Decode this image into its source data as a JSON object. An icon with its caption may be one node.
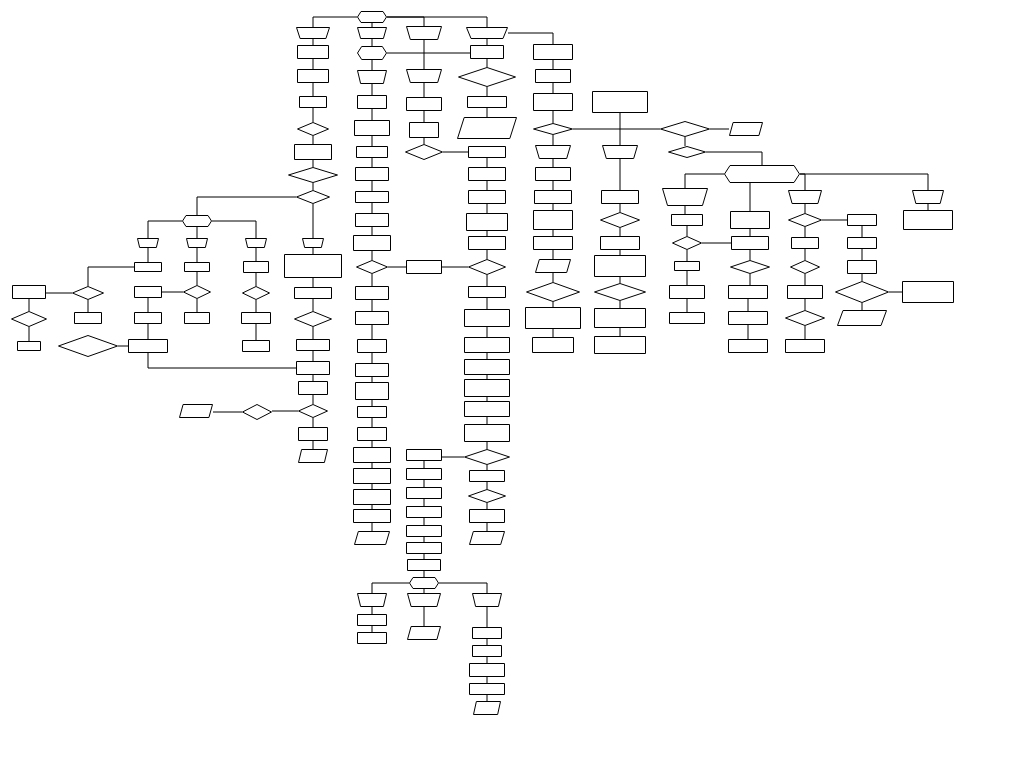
{
  "diagram": {
    "nodes": [
      {
        "text": [],
        "shape": "hexagon"
      },
      {
        "text": [],
        "shape": "trapezoid"
      },
      {
        "text": [],
        "shape": "box"
      },
      {
        "text": [],
        "shape": "box"
      },
      {
        "text": [],
        "shape": "box"
      },
      {
        "text": [],
        "shape": "diamond"
      },
      {
        "text": [],
        "shape": "box"
      },
      {
        "text": [],
        "shape": "diamond"
      },
      {
        "text": [],
        "shape": "diamond"
      },
      {
        "text": [],
        "shape": "hexagon"
      },
      {
        "text": [],
        "shape": "trapezoid"
      },
      {
        "text": [],
        "shape": "trapezoid"
      },
      {
        "text": [],
        "shape": "trapezoid"
      },
      {
        "text": [],
        "shape": "trapezoid"
      },
      {
        "text": [],
        "shape": "box"
      },
      {
        "text": [],
        "shape": "box"
      },
      {
        "text": [],
        "shape": "diamond"
      },
      {
        "text": [],
        "shape": "box"
      },
      {
        "text": [],
        "shape": "box"
      },
      {
        "text": [],
        "shape": "box"
      },
      {
        "text": [],
        "shape": "diamond"
      },
      {
        "text": [],
        "shape": "box"
      },
      {
        "text": [],
        "shape": "parallelogram"
      },
      {
        "text": [],
        "shape": "diamond"
      },
      {
        "text": [],
        "shape": "parallelogram"
      },
      {
        "text": [],
        "shape": "box"
      },
      {
        "text": [],
        "shape": "box"
      },
      {
        "text": [],
        "shape": "box"
      },
      {
        "text": [],
        "shape": "box"
      },
      {
        "text": [],
        "shape": "box"
      },
      {
        "text": [],
        "shape": "diamond"
      },
      {
        "text": [],
        "shape": "box"
      },
      {
        "text": [],
        "shape": "box"
      },
      {
        "text": [],
        "shape": "diamond"
      },
      {
        "text": [],
        "shape": "box"
      },
      {
        "text": [],
        "shape": "box"
      },
      {
        "text": [],
        "shape": "box"
      },
      {
        "text": [],
        "shape": "diamond"
      },
      {
        "text": [],
        "shape": "diamond"
      },
      {
        "text": [],
        "shape": "box"
      },
      {
        "text": [],
        "shape": "box"
      },
      {
        "text": [],
        "shape": "diamond"
      },
      {
        "text": [],
        "shape": "trapezoid"
      },
      {
        "text": [],
        "shape": "hexagon"
      },
      {
        "text": [],
        "shape": "trapezoid"
      },
      {
        "text": [],
        "shape": "box"
      },
      {
        "text": [],
        "shape": "box"
      },
      {
        "text": [],
        "shape": "box"
      },
      {
        "text": [],
        "shape": "box"
      },
      {
        "text": [],
        "shape": "box"
      },
      {
        "text": [],
        "shape": "box"
      },
      {
        "text": [],
        "shape": "box"
      },
      {
        "text": [],
        "shape": "diamond"
      },
      {
        "text": [],
        "shape": "box"
      },
      {
        "text": [],
        "shape": "box"
      },
      {
        "text": [],
        "shape": "box"
      },
      {
        "text": [],
        "shape": "box"
      },
      {
        "text": [],
        "shape": "box"
      },
      {
        "text": [],
        "shape": "box"
      },
      {
        "text": [],
        "shape": "box"
      },
      {
        "text": [],
        "shape": "box"
      },
      {
        "text": [],
        "shape": "box"
      },
      {
        "text": [],
        "shape": "box"
      },
      {
        "text": [],
        "shape": "box"
      },
      {
        "text": [],
        "shape": "parallelogram"
      },
      {
        "text": [],
        "shape": "trapezoid"
      },
      {
        "text": [],
        "shape": "trapezoid"
      },
      {
        "text": [],
        "shape": "box"
      },
      {
        "text": [],
        "shape": "box"
      },
      {
        "text": [],
        "shape": "diamond"
      },
      {
        "text": [],
        "shape": "box"
      },
      {
        "text": [],
        "shape": "trapezoid"
      },
      {
        "text": [],
        "shape": "box"
      },
      {
        "text": [],
        "shape": "diamond"
      },
      {
        "text": [],
        "shape": "box"
      },
      {
        "text": [],
        "shape": "parallelogram"
      },
      {
        "text": [],
        "shape": "box"
      },
      {
        "text": [],
        "shape": "box"
      },
      {
        "text": [],
        "shape": "box"
      },
      {
        "text": [],
        "shape": "box"
      },
      {
        "text": [],
        "shape": "box"
      },
      {
        "text": [],
        "shape": "diamond"
      },
      {
        "text": [],
        "shape": "box"
      },
      {
        "text": [],
        "shape": "box"
      },
      {
        "text": [],
        "shape": "box"
      },
      {
        "text": [],
        "shape": "box"
      },
      {
        "text": [],
        "shape": "box"
      },
      {
        "text": [],
        "shape": "box"
      },
      {
        "text": [],
        "shape": "box"
      },
      {
        "text": [],
        "shape": "diamond"
      },
      {
        "text": [],
        "shape": "box"
      },
      {
        "text": [],
        "shape": "diamond"
      },
      {
        "text": [],
        "shape": "box"
      },
      {
        "text": [],
        "shape": "parallelogram"
      },
      {
        "text": [],
        "shape": "box"
      },
      {
        "text": [],
        "shape": "box"
      },
      {
        "text": [],
        "shape": "box"
      },
      {
        "text": [],
        "shape": "box"
      },
      {
        "text": [],
        "shape": "box"
      },
      {
        "text": [],
        "shape": "box"
      },
      {
        "text": [],
        "shape": "box"
      },
      {
        "text": [],
        "shape": "hexagon"
      },
      {
        "text": [],
        "shape": "trapezoid"
      },
      {
        "text": [],
        "shape": "trapezoid"
      },
      {
        "text": [],
        "shape": "trapezoid"
      },
      {
        "text": [],
        "shape": "box"
      },
      {
        "text": [],
        "shape": "box"
      },
      {
        "text": [],
        "shape": "parallelogram"
      },
      {
        "text": [],
        "shape": "box"
      },
      {
        "text": [],
        "shape": "box"
      },
      {
        "text": [],
        "shape": "box"
      },
      {
        "text": [],
        "shape": "box"
      },
      {
        "text": [],
        "shape": "parallelogram"
      },
      {
        "text": [],
        "shape": "box"
      },
      {
        "text": [],
        "shape": "box"
      },
      {
        "text": [],
        "shape": "box"
      },
      {
        "text": [],
        "shape": "diamond"
      },
      {
        "text": [],
        "shape": "trapezoid"
      },
      {
        "text": [],
        "shape": "box"
      },
      {
        "text": [],
        "shape": "box"
      },
      {
        "text": [],
        "shape": "box"
      },
      {
        "text": [],
        "shape": "box"
      },
      {
        "text": [],
        "shape": "parallelogram"
      },
      {
        "text": [],
        "shape": "diamond"
      },
      {
        "text": [],
        "shape": "box"
      },
      {
        "text": [],
        "shape": "box"
      },
      {
        "text": [],
        "shape": "box"
      },
      {
        "text": [],
        "shape": "trapezoid"
      },
      {
        "text": [],
        "shape": "box"
      },
      {
        "text": [],
        "shape": "diamond"
      },
      {
        "text": [],
        "shape": "box"
      },
      {
        "text": [],
        "shape": "box"
      },
      {
        "text": [],
        "shape": "diamond"
      },
      {
        "text": [],
        "shape": "box"
      },
      {
        "text": [],
        "shape": "box"
      },
      {
        "text": [],
        "shape": "diamond"
      },
      {
        "text": [],
        "shape": "parallelogram"
      },
      {
        "text": [],
        "shape": "diamond"
      },
      {
        "text": [],
        "shape": "hexagon"
      },
      {
        "text": [],
        "shape": "trapezoid"
      },
      {
        "text": [],
        "shape": "box"
      },
      {
        "text": [],
        "shape": "diamond"
      },
      {
        "text": [],
        "shape": "box"
      },
      {
        "text": [],
        "shape": "box"
      },
      {
        "text": [],
        "shape": "box"
      },
      {
        "text": [],
        "shape": "box"
      },
      {
        "text": [],
        "shape": "box"
      },
      {
        "text": [],
        "shape": "diamond"
      },
      {
        "text": [],
        "shape": "box"
      },
      {
        "text": [],
        "shape": "box"
      },
      {
        "text": [],
        "shape": "box"
      },
      {
        "text": [],
        "shape": "trapezoid"
      },
      {
        "text": [],
        "shape": "diamond"
      },
      {
        "text": [],
        "shape": "box"
      },
      {
        "text": [],
        "shape": "diamond"
      },
      {
        "text": [],
        "shape": "box"
      },
      {
        "text": [],
        "shape": "diamond"
      },
      {
        "text": [],
        "shape": "box"
      },
      {
        "text": [],
        "shape": "box"
      },
      {
        "text": [],
        "shape": "box"
      },
      {
        "text": [],
        "shape": "box"
      },
      {
        "text": [],
        "shape": "diamond"
      },
      {
        "text": [],
        "shape": "parallelogram"
      },
      {
        "text": [],
        "shape": "trapezoid"
      },
      {
        "text": [],
        "shape": "box"
      },
      {
        "text": [],
        "shape": "box"
      }
    ],
    "edges": [
      {
        "from": 0,
        "to": 1,
        "arrow": "none"
      },
      {
        "from": 0,
        "to": 42,
        "arrow": "none"
      },
      {
        "from": 0,
        "to": 65,
        "arrow": "none"
      },
      {
        "from": 0,
        "to": 71,
        "arrow": "none"
      },
      {
        "from": 1,
        "to": 2,
        "arrow": "none"
      },
      {
        "from": 2,
        "to": 3,
        "arrow": "none"
      },
      {
        "from": 3,
        "to": 4,
        "arrow": "none"
      },
      {
        "from": 4,
        "to": 5,
        "arrow": "none"
      },
      {
        "from": 5,
        "to": 6,
        "arrow": "none"
      },
      {
        "from": 6,
        "to": 7,
        "arrow": "none"
      },
      {
        "from": 7,
        "to": 8,
        "arrow": "none"
      },
      {
        "from": 8,
        "to": 9,
        "arrow": "none"
      },
      {
        "from": 9,
        "to": 10,
        "arrow": "none"
      },
      {
        "from": 9,
        "to": 11,
        "arrow": "none"
      },
      {
        "from": 9,
        "to": 12,
        "arrow": "none"
      },
      {
        "from": 8,
        "to": 13,
        "arrow": "none"
      },
      {
        "from": 13,
        "to": 14,
        "arrow": "none"
      },
      {
        "from": 14,
        "to": 15,
        "arrow": "none"
      },
      {
        "from": 15,
        "to": 16,
        "arrow": "none"
      },
      {
        "from": 16,
        "to": 17,
        "arrow": "none"
      },
      {
        "from": 17,
        "to": 18,
        "arrow": "none"
      },
      {
        "from": 18,
        "to": 19,
        "arrow": "none"
      },
      {
        "from": 19,
        "to": 20,
        "arrow": "none"
      },
      {
        "from": 20,
        "to": 21,
        "arrow": "none"
      },
      {
        "from": 21,
        "to": 22,
        "arrow": "none"
      },
      {
        "from": 20,
        "to": 23,
        "arrow": "none"
      },
      {
        "from": 23,
        "to": 24,
        "arrow": "none"
      },
      {
        "from": 10,
        "to": 25,
        "arrow": "none"
      },
      {
        "from": 25,
        "to": 37,
        "arrow": "none"
      },
      {
        "from": 26,
        "to": 27,
        "arrow": "none"
      },
      {
        "from": 27,
        "to": 28,
        "arrow": "none"
      },
      {
        "from": 11,
        "to": 29,
        "arrow": "none"
      },
      {
        "from": 29,
        "to": 30,
        "arrow": "none"
      },
      {
        "from": 30,
        "to": 26,
        "arrow": "none"
      },
      {
        "from": 30,
        "to": 31,
        "arrow": "none"
      },
      {
        "from": 12,
        "to": 32,
        "arrow": "none"
      },
      {
        "from": 32,
        "to": 33,
        "arrow": "none"
      },
      {
        "from": 33,
        "to": 34,
        "arrow": "none"
      },
      {
        "from": 34,
        "to": 35,
        "arrow": "none"
      },
      {
        "from": 37,
        "to": 36,
        "arrow": "none"
      },
      {
        "from": 36,
        "to": 38,
        "arrow": "none"
      },
      {
        "from": 38,
        "to": 40,
        "arrow": "none"
      },
      {
        "from": 37,
        "to": 39,
        "arrow": "none"
      },
      {
        "from": 41,
        "to": 28,
        "arrow": "none"
      },
      {
        "from": 28,
        "to": 18,
        "arrow": "none"
      },
      {
        "from": 42,
        "to": 43,
        "arrow": "none"
      },
      {
        "from": 43,
        "to": 44,
        "arrow": "none"
      },
      {
        "from": 44,
        "to": 45,
        "arrow": "none"
      },
      {
        "from": 45,
        "to": 46,
        "arrow": "none"
      },
      {
        "from": 46,
        "to": 47,
        "arrow": "none"
      },
      {
        "from": 47,
        "to": 48,
        "arrow": "none"
      },
      {
        "from": 48,
        "to": 49,
        "arrow": "none"
      },
      {
        "from": 49,
        "to": 50,
        "arrow": "none"
      },
      {
        "from": 50,
        "to": 51,
        "arrow": "none"
      },
      {
        "from": 51,
        "to": 52,
        "arrow": "none"
      },
      {
        "from": 52,
        "to": 53,
        "arrow": "none"
      },
      {
        "from": 53,
        "to": 54,
        "arrow": "none"
      },
      {
        "from": 54,
        "to": 55,
        "arrow": "none"
      },
      {
        "from": 55,
        "to": 56,
        "arrow": "none"
      },
      {
        "from": 56,
        "to": 57,
        "arrow": "none"
      },
      {
        "from": 57,
        "to": 58,
        "arrow": "none"
      },
      {
        "from": 58,
        "to": 59,
        "arrow": "none"
      },
      {
        "from": 59,
        "to": 60,
        "arrow": "none"
      },
      {
        "from": 60,
        "to": 61,
        "arrow": "none"
      },
      {
        "from": 61,
        "to": 62,
        "arrow": "none"
      },
      {
        "from": 62,
        "to": 63,
        "arrow": "none"
      },
      {
        "from": 63,
        "to": 64,
        "arrow": "none"
      },
      {
        "from": 43,
        "to": 72,
        "arrow": "none"
      },
      {
        "from": 52,
        "to": 70,
        "arrow": "none"
      },
      {
        "from": 65,
        "to": 66,
        "arrow": "none"
      },
      {
        "from": 66,
        "to": 67,
        "arrow": "none"
      },
      {
        "from": 67,
        "to": 68,
        "arrow": "none"
      },
      {
        "from": 68,
        "to": 69,
        "arrow": "none"
      },
      {
        "from": 69,
        "to": 76,
        "arrow": "none"
      },
      {
        "from": 70,
        "to": 81,
        "arrow": "none"
      },
      {
        "from": 71,
        "to": 72,
        "arrow": "none"
      },
      {
        "from": 72,
        "to": 73,
        "arrow": "none"
      },
      {
        "from": 73,
        "to": 74,
        "arrow": "none"
      },
      {
        "from": 74,
        "to": 75,
        "arrow": "none"
      },
      {
        "from": 76,
        "to": 77,
        "arrow": "none"
      },
      {
        "from": 77,
        "to": 78,
        "arrow": "none"
      },
      {
        "from": 78,
        "to": 79,
        "arrow": "none"
      },
      {
        "from": 79,
        "to": 80,
        "arrow": "none"
      },
      {
        "from": 80,
        "to": 81,
        "arrow": "none"
      },
      {
        "from": 81,
        "to": 82,
        "arrow": "none"
      },
      {
        "from": 82,
        "to": 83,
        "arrow": "none"
      },
      {
        "from": 83,
        "to": 84,
        "arrow": "none"
      },
      {
        "from": 84,
        "to": 85,
        "arrow": "none"
      },
      {
        "from": 85,
        "to": 86,
        "arrow": "none"
      },
      {
        "from": 86,
        "to": 87,
        "arrow": "none"
      },
      {
        "from": 87,
        "to": 88,
        "arrow": "none"
      },
      {
        "from": 88,
        "to": 89,
        "arrow": "none"
      },
      {
        "from": 89,
        "to": 90,
        "arrow": "none"
      },
      {
        "from": 90,
        "to": 91,
        "arrow": "none"
      },
      {
        "from": 91,
        "to": 92,
        "arrow": "none"
      },
      {
        "from": 92,
        "to": 93,
        "arrow": "none"
      },
      {
        "from": 89,
        "to": 94,
        "arrow": "none"
      },
      {
        "from": 94,
        "to": 95,
        "arrow": "none"
      },
      {
        "from": 95,
        "to": 96,
        "arrow": "none"
      },
      {
        "from": 96,
        "to": 97,
        "arrow": "none"
      },
      {
        "from": 97,
        "to": 98,
        "arrow": "none"
      },
      {
        "from": 98,
        "to": 99,
        "arrow": "none"
      },
      {
        "from": 99,
        "to": 100,
        "arrow": "none"
      },
      {
        "from": 100,
        "to": 101,
        "arrow": "none"
      },
      {
        "from": 101,
        "to": 102,
        "arrow": "none"
      },
      {
        "from": 101,
        "to": 103,
        "arrow": "none"
      },
      {
        "from": 101,
        "to": 104,
        "arrow": "none"
      },
      {
        "from": 102,
        "to": 105,
        "arrow": "none"
      },
      {
        "from": 105,
        "to": 106,
        "arrow": "none"
      },
      {
        "from": 103,
        "to": 107,
        "arrow": "none"
      },
      {
        "from": 104,
        "to": 108,
        "arrow": "none"
      },
      {
        "from": 108,
        "to": 109,
        "arrow": "none"
      },
      {
        "from": 109,
        "to": 110,
        "arrow": "none"
      },
      {
        "from": 110,
        "to": 111,
        "arrow": "none"
      },
      {
        "from": 111,
        "to": 112,
        "arrow": "none"
      },
      {
        "from": 71,
        "to": 113,
        "arrow": "none"
      },
      {
        "from": 113,
        "to": 114,
        "arrow": "none"
      },
      {
        "from": 114,
        "to": 115,
        "arrow": "none"
      },
      {
        "from": 115,
        "to": 116,
        "arrow": "none"
      },
      {
        "from": 116,
        "to": 117,
        "arrow": "none"
      },
      {
        "from": 117,
        "to": 118,
        "arrow": "none"
      },
      {
        "from": 118,
        "to": 119,
        "arrow": "none"
      },
      {
        "from": 119,
        "to": 120,
        "arrow": "none"
      },
      {
        "from": 120,
        "to": 121,
        "arrow": "none"
      },
      {
        "from": 121,
        "to": 122,
        "arrow": "none"
      },
      {
        "from": 122,
        "to": 123,
        "arrow": "none"
      },
      {
        "from": 123,
        "to": 124,
        "arrow": "none"
      },
      {
        "from": 124,
        "to": 125,
        "arrow": "none"
      },
      {
        "from": 116,
        "to": 135,
        "arrow": "none"
      },
      {
        "from": 126,
        "to": 127,
        "arrow": "none"
      },
      {
        "from": 127,
        "to": 128,
        "arrow": "none"
      },
      {
        "from": 128,
        "to": 129,
        "arrow": "none"
      },
      {
        "from": 129,
        "to": 130,
        "arrow": "none"
      },
      {
        "from": 130,
        "to": 131,
        "arrow": "none"
      },
      {
        "from": 131,
        "to": 132,
        "arrow": "none"
      },
      {
        "from": 132,
        "to": 133,
        "arrow": "none"
      },
      {
        "from": 133,
        "to": 134,
        "arrow": "none"
      },
      {
        "from": 135,
        "to": 136,
        "arrow": "none"
      },
      {
        "from": 135,
        "to": 137,
        "arrow": "none"
      },
      {
        "from": 137,
        "to": 138,
        "arrow": "none"
      },
      {
        "from": 138,
        "to": 139,
        "arrow": "none"
      },
      {
        "from": 138,
        "to": 145,
        "arrow": "none"
      },
      {
        "from": 138,
        "to": 151,
        "arrow": "none"
      },
      {
        "from": 138,
        "to": 163,
        "arrow": "none"
      },
      {
        "from": 139,
        "to": 140,
        "arrow": "none"
      },
      {
        "from": 140,
        "to": 141,
        "arrow": "none"
      },
      {
        "from": 141,
        "to": 142,
        "arrow": "none"
      },
      {
        "from": 142,
        "to": 143,
        "arrow": "none"
      },
      {
        "from": 143,
        "to": 144,
        "arrow": "none"
      },
      {
        "from": 141,
        "to": 146,
        "arrow": "none"
      },
      {
        "from": 145,
        "to": 146,
        "arrow": "none"
      },
      {
        "from": 146,
        "to": 147,
        "arrow": "none"
      },
      {
        "from": 147,
        "to": 148,
        "arrow": "none"
      },
      {
        "from": 148,
        "to": 149,
        "arrow": "none"
      },
      {
        "from": 149,
        "to": 150,
        "arrow": "none"
      },
      {
        "from": 151,
        "to": 152,
        "arrow": "none"
      },
      {
        "from": 152,
        "to": 153,
        "arrow": "none"
      },
      {
        "from": 153,
        "to": 154,
        "arrow": "none"
      },
      {
        "from": 154,
        "to": 155,
        "arrow": "none"
      },
      {
        "from": 155,
        "to": 156,
        "arrow": "none"
      },
      {
        "from": 156,
        "to": 157,
        "arrow": "none"
      },
      {
        "from": 152,
        "to": 158,
        "arrow": "none"
      },
      {
        "from": 158,
        "to": 159,
        "arrow": "none"
      },
      {
        "from": 159,
        "to": 160,
        "arrow": "none"
      },
      {
        "from": 160,
        "to": 161,
        "arrow": "none"
      },
      {
        "from": 161,
        "to": 162,
        "arrow": "none"
      },
      {
        "from": 161,
        "to": 165,
        "arrow": "none"
      },
      {
        "from": 163,
        "to": 164,
        "arrow": "none"
      }
    ]
  }
}
